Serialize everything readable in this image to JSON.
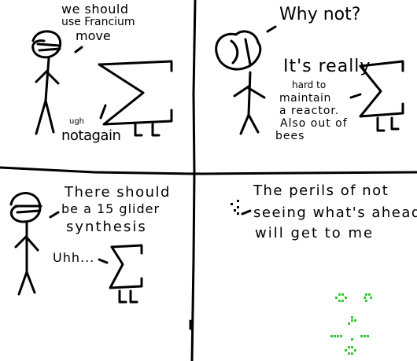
{
  "panel1": {
    "line1": "we should",
    "line2": "use Francium",
    "line3": "move",
    "reply_small": "ugh",
    "reply": "notagain"
  },
  "panel2": {
    "question": "Why not?",
    "line1": "It's really",
    "line2": "hard to",
    "line3": "maintain",
    "line4": "a reactor.",
    "line5": "Also out of",
    "line6": "bees"
  },
  "panel3": {
    "line1": "There should",
    "line2": "be a 15 glider",
    "line3": "synthesis",
    "reply": "Uhh..."
  },
  "panel4": {
    "line1": "The perils of not",
    "line2": "seeing what's ahead",
    "line3": "will get to me"
  },
  "colors": {
    "ink": "#000000",
    "glider_green": "#33cc33",
    "background": "#ffffff"
  }
}
